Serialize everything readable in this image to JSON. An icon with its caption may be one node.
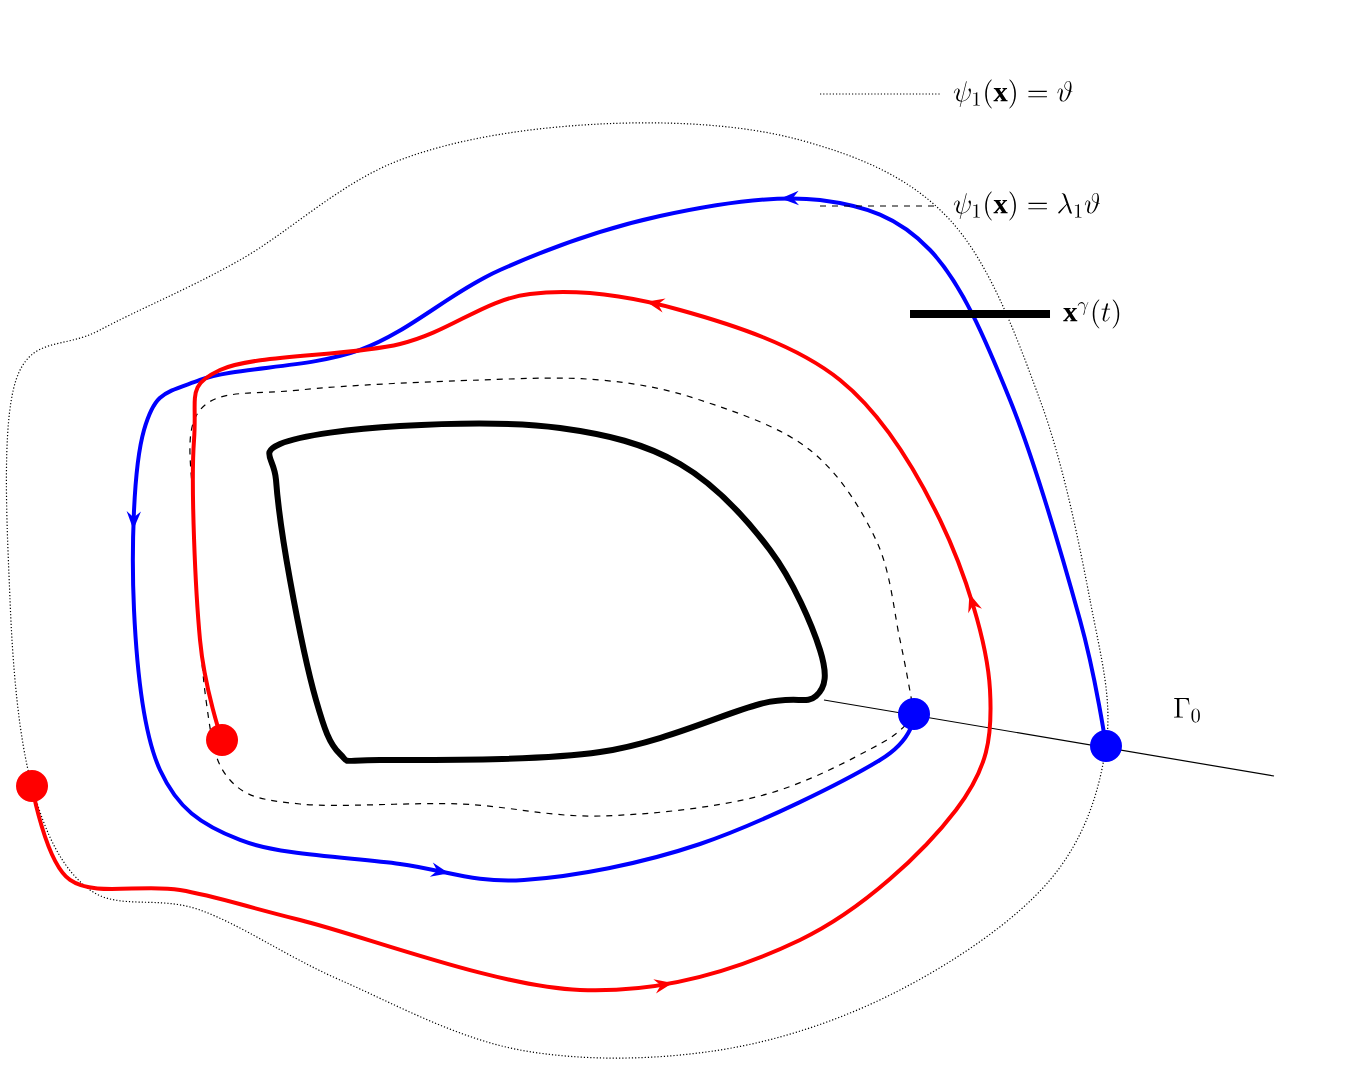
{
  "diagram": {
    "labels": [
      "\\Gamma_0"
    ],
    "legend": [
      {
        "text": "\\psi_1(\\mathbf{x}) = \\vartheta"
      },
      {
        "text": "\\psi_1(\\mathbf{x}) = \\lambda_1\\vartheta"
      },
      {
        "text": "\\mathbf{x}^\\gamma(t)"
      }
    ]
  }
}
